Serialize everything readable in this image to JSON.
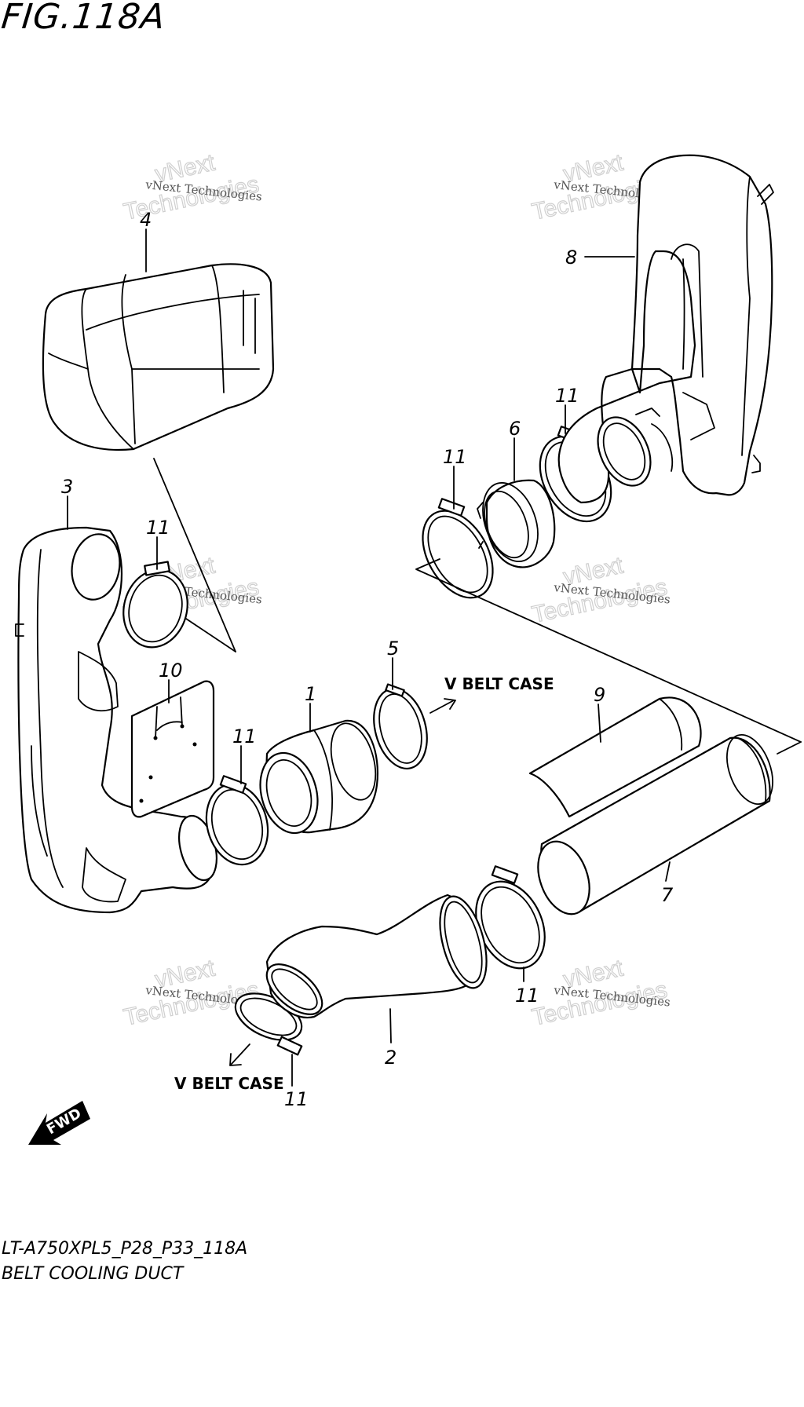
{
  "figure": {
    "title": "FIG.118A",
    "model_code": "LT-A750XPL5_P28_P33_118A",
    "description": "BELT COOLING DUCT"
  },
  "callouts": {
    "p1": "1",
    "p2": "2",
    "p3": "3",
    "p4": "4",
    "p5": "5",
    "p6": "6",
    "p7": "7",
    "p8": "8",
    "p9": "9",
    "p10": "10",
    "p11": "11"
  },
  "labels": {
    "vbelt_top": "V BELT CASE",
    "vbelt_bottom": "V BELT CASE",
    "fwd": "FWD"
  },
  "watermark": {
    "line1": "vNext Technologies",
    "line2": "vNext",
    "line3": "Technologies"
  }
}
